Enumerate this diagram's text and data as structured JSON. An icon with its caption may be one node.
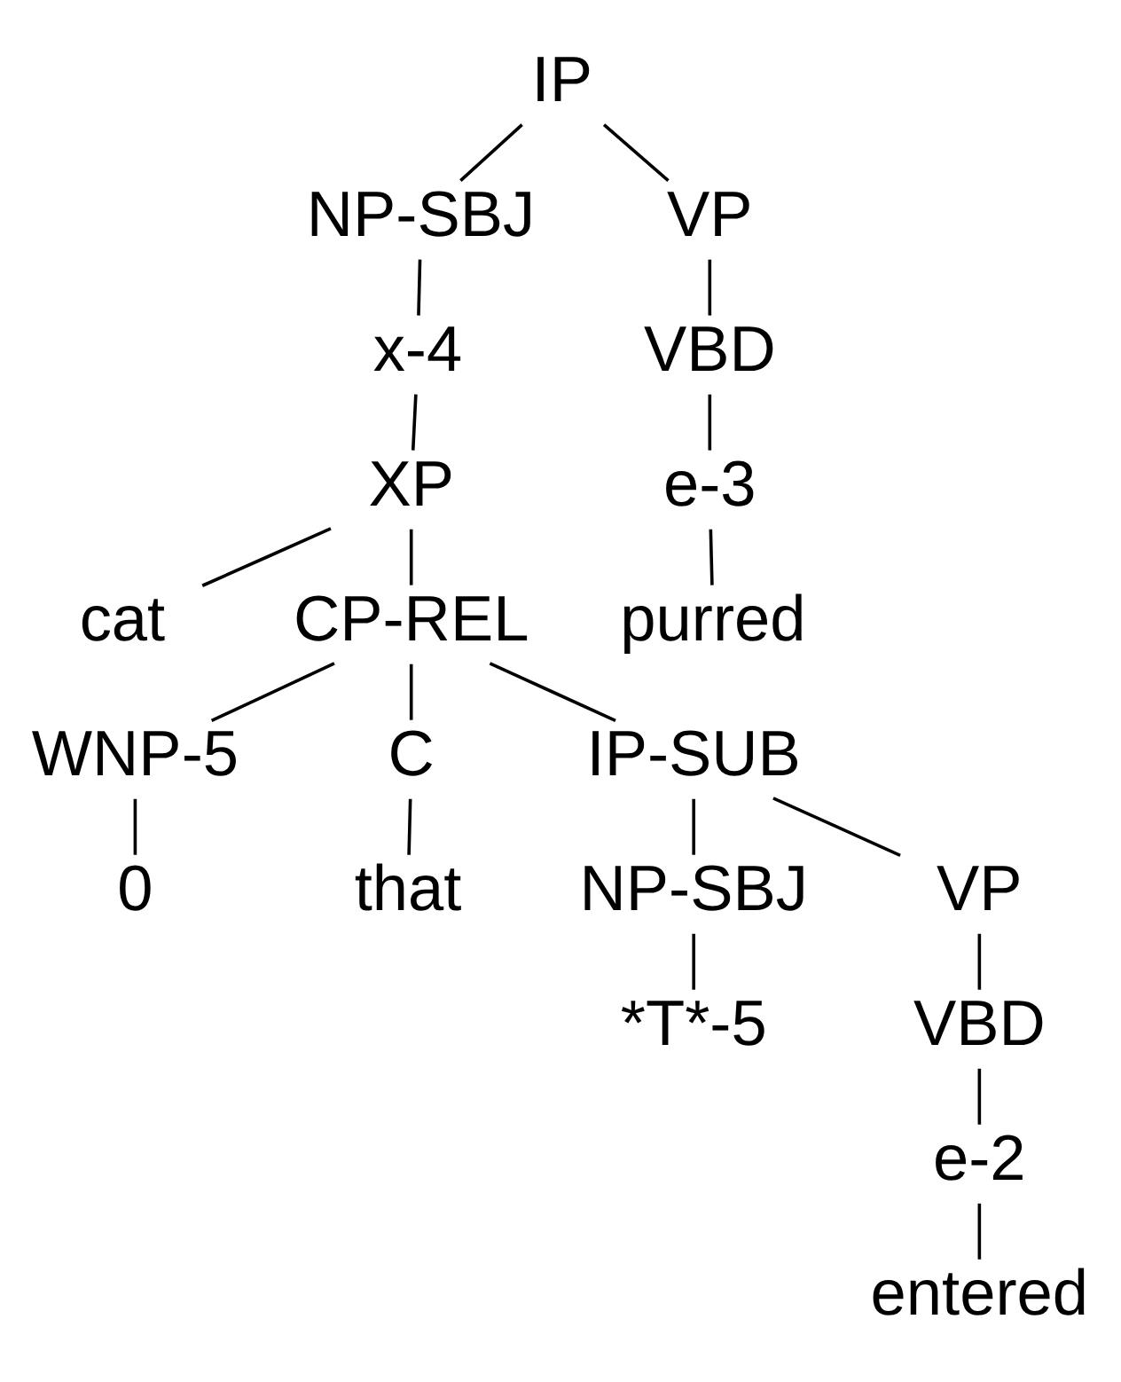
{
  "diagram": {
    "nodes": [
      {
        "text": [
          "IP"
        ]
      },
      {
        "text": [
          "NP-SBJ"
        ]
      },
      {
        "text": [
          "VP"
        ]
      },
      {
        "text": [
          "x-4"
        ]
      },
      {
        "text": [
          "VBD"
        ]
      },
      {
        "text": [
          "XP"
        ]
      },
      {
        "text": [
          "e-3"
        ]
      },
      {
        "text": [
          "cat"
        ]
      },
      {
        "text": [
          "CP-REL"
        ]
      },
      {
        "text": [
          "purred"
        ]
      },
      {
        "text": [
          "WNP-5"
        ]
      },
      {
        "text": [
          "C"
        ]
      },
      {
        "text": [
          "IP-SUB"
        ]
      },
      {
        "text": [
          "0"
        ]
      },
      {
        "text": [
          "that"
        ]
      },
      {
        "text": [
          "NP-SBJ"
        ]
      },
      {
        "text": [
          "VP"
        ]
      },
      {
        "text": [
          "*T*-5"
        ]
      },
      {
        "text": [
          "VBD"
        ]
      },
      {
        "text": [
          "e-2"
        ]
      },
      {
        "text": [
          "entered"
        ]
      }
    ],
    "edges": [
      {
        "from": 0,
        "to": 1,
        "arrow": "none"
      },
      {
        "from": 0,
        "to": 2,
        "arrow": "none"
      },
      {
        "from": 1,
        "to": 3,
        "arrow": "none"
      },
      {
        "from": 2,
        "to": 4,
        "arrow": "none"
      },
      {
        "from": 3,
        "to": 5,
        "arrow": "none"
      },
      {
        "from": 4,
        "to": 6,
        "arrow": "none"
      },
      {
        "from": 5,
        "to": 7,
        "arrow": "none"
      },
      {
        "from": 5,
        "to": 8,
        "arrow": "none"
      },
      {
        "from": 6,
        "to": 9,
        "arrow": "none"
      },
      {
        "from": 8,
        "to": 10,
        "arrow": "none"
      },
      {
        "from": 8,
        "to": 11,
        "arrow": "none"
      },
      {
        "from": 8,
        "to": 12,
        "arrow": "none"
      },
      {
        "from": 10,
        "to": 13,
        "arrow": "none"
      },
      {
        "from": 11,
        "to": 14,
        "arrow": "none"
      },
      {
        "from": 12,
        "to": 15,
        "arrow": "none"
      },
      {
        "from": 12,
        "to": 16,
        "arrow": "none"
      },
      {
        "from": 15,
        "to": 17,
        "arrow": "none"
      },
      {
        "from": 16,
        "to": 18,
        "arrow": "none"
      },
      {
        "from": 18,
        "to": 19,
        "arrow": "none"
      },
      {
        "from": 19,
        "to": 20,
        "arrow": "none"
      }
    ]
  }
}
